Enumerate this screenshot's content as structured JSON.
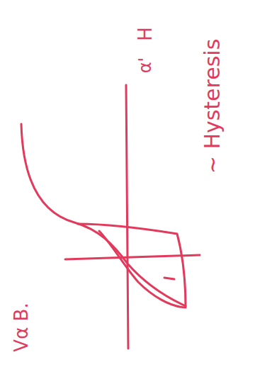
{
  "diagram": {
    "labels": [
      "~ Hysteresis",
      "H",
      "α'",
      "Vα B."
    ]
  }
}
